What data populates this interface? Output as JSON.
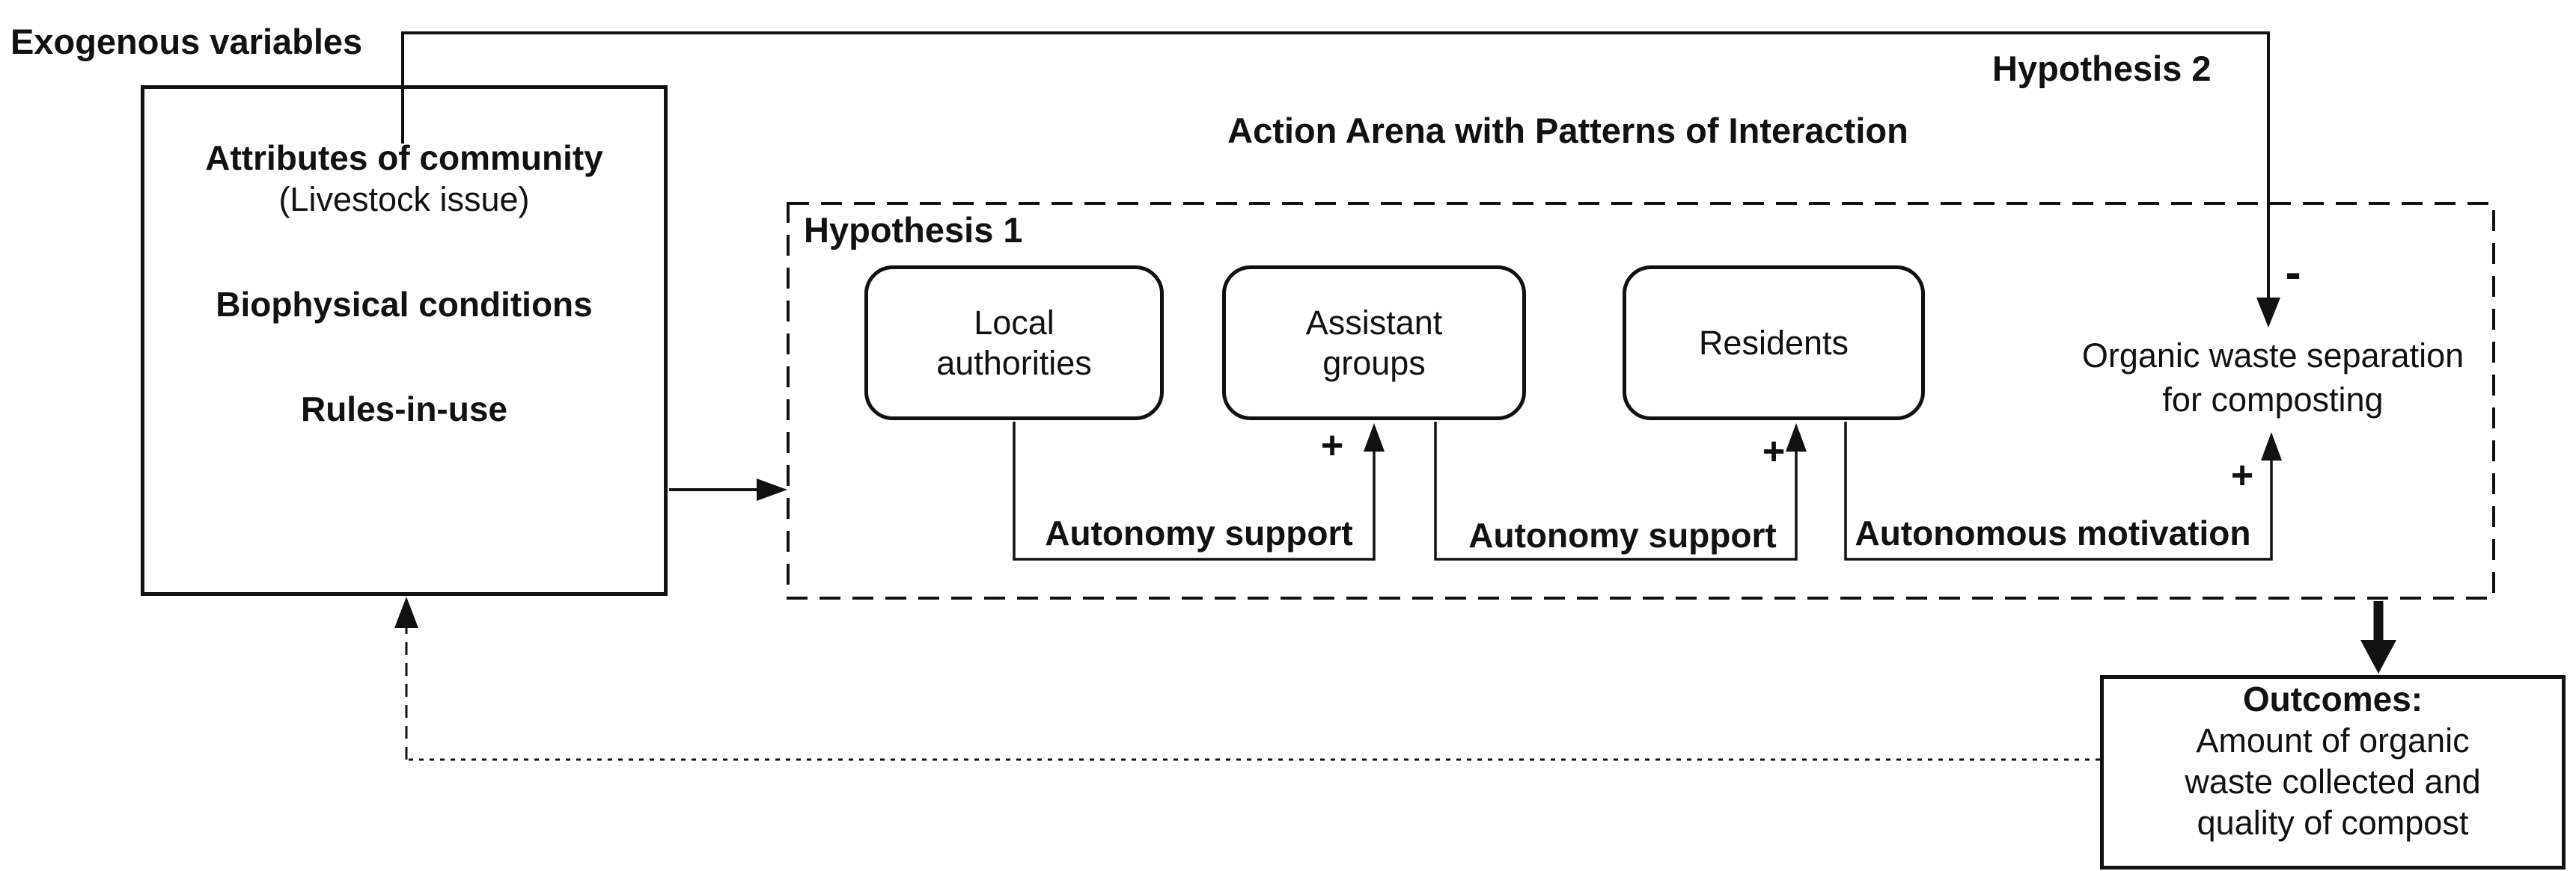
{
  "colors": {
    "ink": "#111111",
    "background": "#ffffff"
  },
  "exogenous": {
    "label": "Exogenous variables",
    "box": {
      "attributes": "Attributes of community",
      "attributes_note": "(Livestock issue)",
      "biophysical": "Biophysical conditions",
      "rules": "Rules-in-use"
    }
  },
  "action_arena": {
    "title": "Action Arena with Patterns of Interaction",
    "hypothesis1_label": "Hypothesis 1",
    "actors": [
      {
        "label": "Local\nauthorities"
      },
      {
        "label": "Assistant\ngroups"
      },
      {
        "label": "Residents"
      }
    ],
    "outcome_node": "Organic waste separation\nfor composting"
  },
  "hypothesis2_label": "Hypothesis 2",
  "connectors": {
    "autonomy_support_1": "Autonomy support",
    "autonomy_support_2": "Autonomy support",
    "autonomous_motivation": "Autonomous motivation",
    "plus": "+",
    "minus": "-"
  },
  "outcomes_box": {
    "title": "Outcomes:",
    "line1": "Amount of organic",
    "line2": "waste collected and",
    "line3": "quality of compost"
  }
}
